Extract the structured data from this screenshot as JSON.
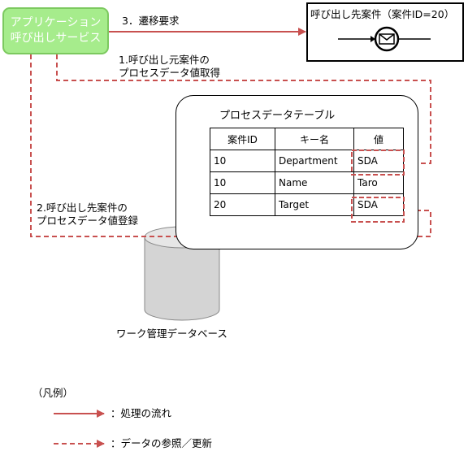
{
  "app_service": {
    "line1": "アプリケーション",
    "line2": "呼び出しサービス"
  },
  "callee": {
    "title": "呼び出し先案件（案件ID=20）",
    "icon": "message-envelope-icon"
  },
  "arrows": {
    "transition": "3．遷移要求",
    "get_line1": "1.呼び出し元案件の",
    "get_line2": "プロセスデータ値取得",
    "set_line1": "2.呼び出し先案件の",
    "set_line2": "プロセスデータ値登録"
  },
  "table": {
    "title": "プロセスデータテーブル",
    "headers": [
      "案件ID",
      "キー名",
      "値"
    ],
    "rows": [
      [
        "10",
        "Department",
        "SDA"
      ],
      [
        "10",
        "Name",
        "Taro"
      ],
      [
        "20",
        "Target",
        "SDA"
      ]
    ]
  },
  "database": {
    "label": "ワーク管理データベース"
  },
  "legend": {
    "title": "（凡例）",
    "solid": "：処理の流れ",
    "dashed": "：データの参照／更新"
  },
  "colors": {
    "flow": "#c8504f",
    "app_fill": "#a6ec8c",
    "app_border": "#7cc95f"
  }
}
